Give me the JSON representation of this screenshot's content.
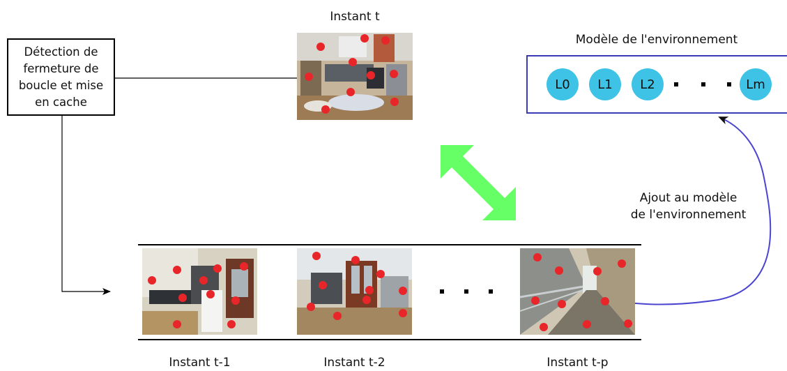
{
  "process_box": {
    "lines": [
      "Détection de",
      "fermeture de",
      "boucle et mise",
      "en cache"
    ]
  },
  "current_frame": {
    "caption": "Instant t"
  },
  "model": {
    "title": "Modèle de l'environnement",
    "nodes": [
      "L0",
      "L1",
      "L2",
      "Lm"
    ]
  },
  "add_label": {
    "lines": [
      "Ajout au modèle",
      "de l'environnement"
    ]
  },
  "history_frames": [
    {
      "caption": "Instant t-1"
    },
    {
      "caption": "Instant t-2"
    },
    {
      "caption": "Instant t-p"
    }
  ],
  "colors": {
    "feature_point": "#e8262a",
    "compare_arrow": "#66ff66",
    "model_border": "#3b3bb5",
    "node_fill": "#3ec3e6",
    "add_curve": "#4a44d0"
  }
}
